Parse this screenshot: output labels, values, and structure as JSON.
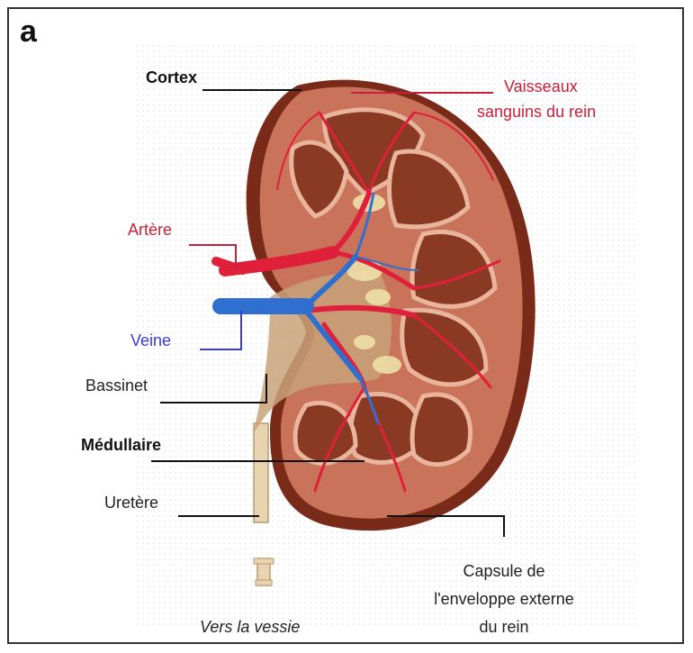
{
  "panel_letter": "a",
  "labels": {
    "cortex": "Cortex",
    "vaisseaux_line1": "Vaisseaux",
    "vaisseaux_line2": "sanguins du rein",
    "artere": "Artère",
    "veine": "Veine",
    "bassinet": "Bassinet",
    "medullaire": "Médullaire",
    "uretere": "Uretère",
    "capsule_line1": "Capsule de",
    "capsule_line2": "l'enveloppe externe",
    "capsule_line3": "du rein",
    "vers_vessie": "Vers la vessie"
  },
  "colors": {
    "artery": "#e0203a",
    "vein": "#2f6fd0",
    "cortex": "#c8735a",
    "medulla": "#8a3a22",
    "capsule": "#7a2a18",
    "ureter": "#e8d4b0",
    "label_red": "#c8203a",
    "label_blue": "#3b3bd6"
  }
}
